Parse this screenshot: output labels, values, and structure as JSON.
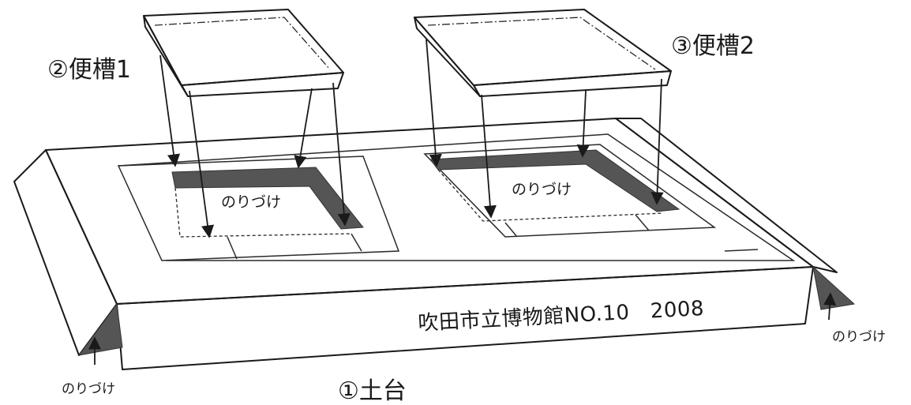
{
  "labels": {
    "base": "①土台",
    "tank1": "②便槽1",
    "tank2": "③便槽2",
    "glue_left_window": "のりづけ",
    "glue_right_window": "のりづけ",
    "glue_left_corner": "のりづけ",
    "glue_right_corner": "のりづけ",
    "plate": "吹田市立博物館NO.10　2008"
  },
  "colors": {
    "line": "#1a1a1a",
    "glue_area": "#555555",
    "paper": "#ffffff"
  }
}
